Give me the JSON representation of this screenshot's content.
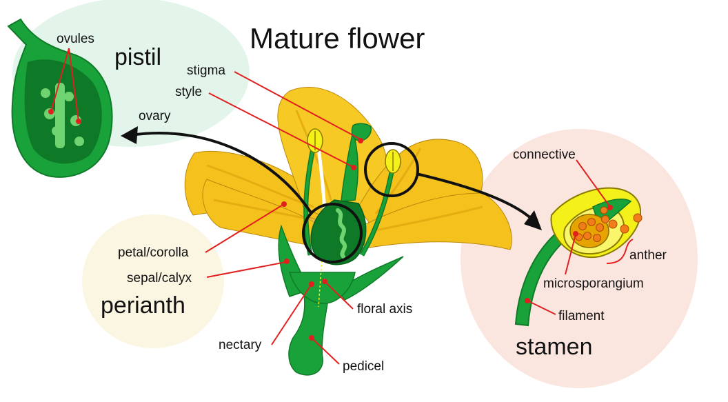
{
  "title": "Mature flower",
  "groups": {
    "pistil": "pistil",
    "perianth": "perianth",
    "stamen": "stamen"
  },
  "labels": {
    "ovules": "ovules",
    "stigma": "stigma",
    "style": "style",
    "ovary": "ovary",
    "connective": "connective",
    "anther": "anther",
    "microsporangium": "microsporangium",
    "filament": "filament",
    "petal_corolla": "petal/corolla",
    "sepal_calyx": "sepal/calyx",
    "floral_axis": "floral axis",
    "nectary": "nectary",
    "pedicel": "pedicel"
  },
  "colors": {
    "petal": "#f5c21d",
    "petal_dark": "#e0a70e",
    "green": "#1aa23a",
    "green_dark": "#0e7a28",
    "green_light": "#6fd36f",
    "leader": "#e21f1f",
    "pistil_bg": "#e3f5ea",
    "perianth_bg": "#fbf6e1",
    "stamen_bg": "#fbe6df",
    "anther_yellow": "#f4f01a",
    "pollen": "#f07c1a"
  }
}
